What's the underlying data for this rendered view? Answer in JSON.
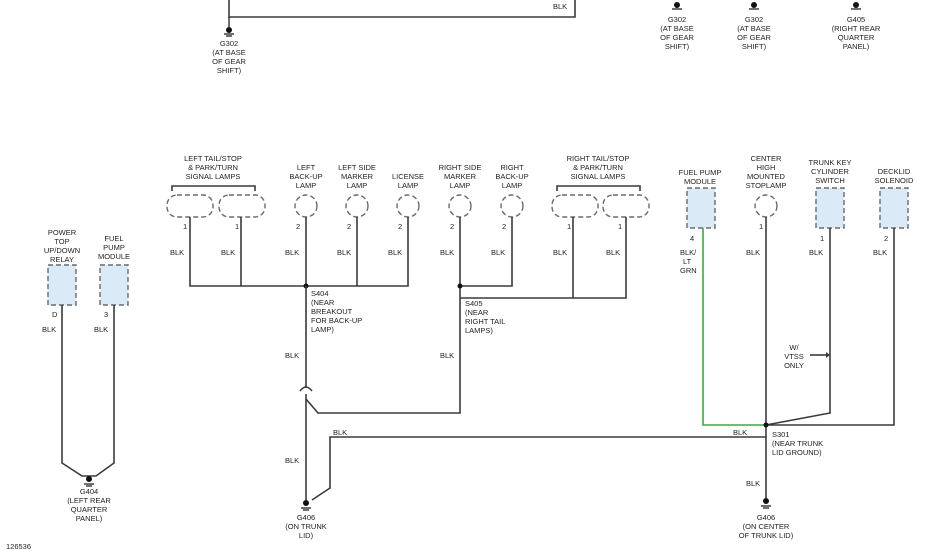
{
  "figure_id": "126536",
  "wire_labels": {
    "blk": "BLK",
    "blk_lt_grn": [
      "BLK/",
      "LT",
      "GRN"
    ],
    "w_vtss_only": [
      "W/",
      "VTSS",
      "ONLY"
    ]
  },
  "top": {
    "g302_a": [
      "G302",
      "(AT BASE",
      "OF GEAR",
      "SHIFT)"
    ],
    "g302_b": [
      "G302",
      "(AT BASE",
      "OF GEAR",
      "SHIFT)"
    ],
    "g302_c": [
      "G302",
      "(AT BASE",
      "OF GEAR",
      "SHIFT)"
    ],
    "g405": [
      "G405",
      "(RIGHT REAR",
      "QUARTER",
      "PANEL)"
    ]
  },
  "components": {
    "power_top_relay": {
      "label": [
        "POWER",
        "TOP",
        "UP/DOWN",
        "RELAY"
      ],
      "pin": "D"
    },
    "fuel_pump_left": {
      "label": [
        "FUEL",
        "PUMP",
        "MODULE"
      ],
      "pin": "3"
    },
    "left_tail": {
      "label": [
        "LEFT TAIL/STOP",
        "& PARK/TURN",
        "SIGNAL LAMPS"
      ],
      "pins": [
        "1",
        "1"
      ]
    },
    "left_backup": {
      "label": [
        "LEFT",
        "BACK-UP",
        "LAMP"
      ],
      "pin": "2"
    },
    "left_side_marker": {
      "label": [
        "LEFT SIDE",
        "MARKER",
        "LAMP"
      ],
      "pin": "2"
    },
    "license": {
      "label": [
        "LICENSE",
        "LAMP"
      ],
      "pin": "2"
    },
    "right_side_marker": {
      "label": [
        "RIGHT SIDE",
        "MARKER",
        "LAMP"
      ],
      "pin": "2"
    },
    "right_backup": {
      "label": [
        "RIGHT",
        "BACK-UP",
        "LAMP"
      ],
      "pin": "2"
    },
    "right_tail": {
      "label": [
        "RIGHT TAIL/STOP",
        "& PARK/TURN",
        "SIGNAL LAMPS"
      ],
      "pins": [
        "1",
        "1"
      ]
    },
    "fuel_pump_right": {
      "label": [
        "FUEL PUMP",
        "MODULE"
      ],
      "pin": "4"
    },
    "chmsl": {
      "label": [
        "CENTER",
        "HIGH",
        "MOUNTED",
        "STOPLAMP"
      ],
      "pin": "1"
    },
    "trunk_key": {
      "label": [
        "TRUNK KEY",
        "CYLINDER",
        "SWITCH"
      ],
      "pin": "1"
    },
    "decklid": {
      "label": [
        "DECKLID",
        "SOLENOID"
      ],
      "pin": "2"
    }
  },
  "splices": {
    "s404": [
      "S404",
      "(NEAR",
      "BREAKOUT",
      "FOR BACK-UP",
      "LAMP)"
    ],
    "s405": [
      "S405",
      "(NEAR",
      "RIGHT TAIL",
      "LAMPS)"
    ],
    "s301": [
      "S301",
      "(NEAR TRUNK",
      "LID GROUND)"
    ]
  },
  "grounds": {
    "g404": [
      "G404",
      "(LEFT REAR",
      "QUARTER",
      "PANEL)"
    ],
    "g406_left": [
      "G406",
      "(ON TRUNK",
      "LID)"
    ],
    "g406_right": [
      "G406",
      "(ON CENTER",
      "OF TRUNK LID)"
    ]
  }
}
